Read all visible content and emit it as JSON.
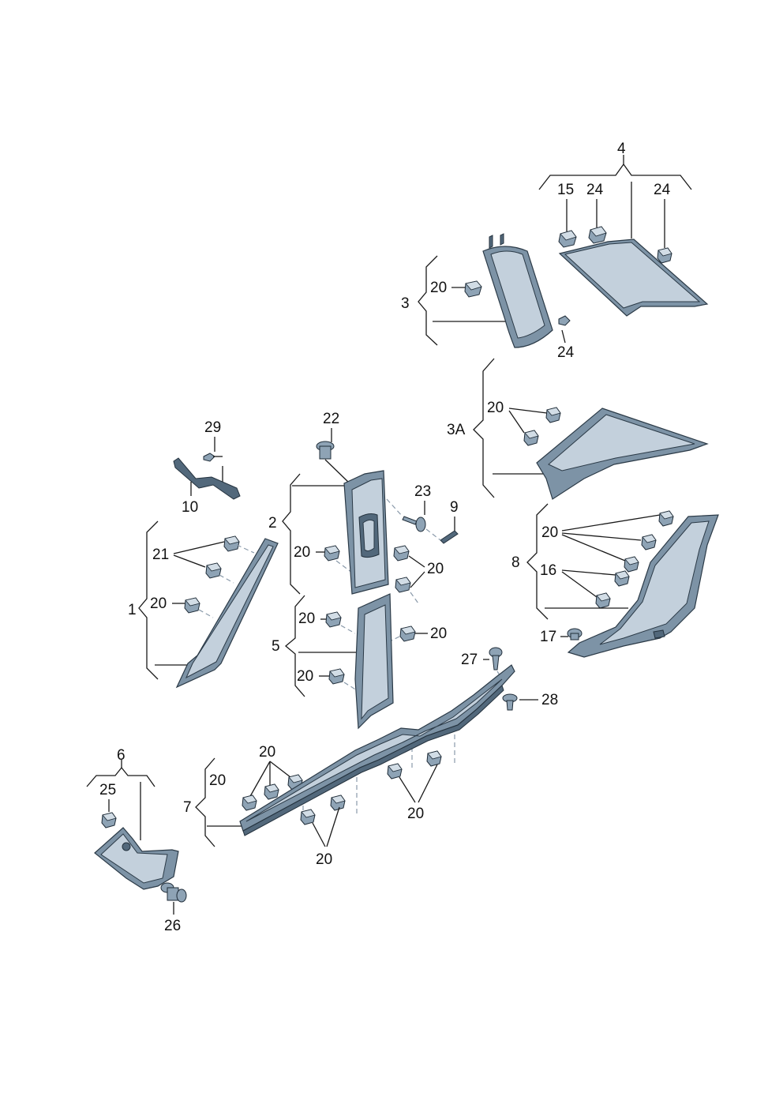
{
  "labels": {
    "n4": "4",
    "n15": "15",
    "n24a": "24",
    "n24b": "24",
    "n3": "3",
    "n20_p3": "20",
    "n24_p3": "24",
    "n3A": "3A",
    "n20_p3A": "20",
    "n22": "22",
    "n29": "29",
    "n10": "10",
    "n23": "23",
    "n9": "9",
    "n2": "2",
    "n20_p2a": "20",
    "n20_p2b": "20",
    "n21": "21",
    "n1": "1",
    "n20_p1": "20",
    "n5": "5",
    "n20_p5a": "20",
    "n20_p5b": "20",
    "n20_p5c": "20",
    "n8": "8",
    "n20_p8": "20",
    "n16": "16",
    "n17": "17",
    "n27": "27",
    "n28": "28",
    "n6": "6",
    "n25": "25",
    "n26": "26",
    "n7": "7",
    "n20_p7a": "20",
    "n20_p7b": "20",
    "n20_p7c": "20",
    "n20_p7d": "20"
  },
  "colors": {
    "part_fill": "#7d93a6",
    "part_light": "#c3d0dc",
    "part_dark": "#52687b",
    "outline": "#2b3a47",
    "dashed_leader": "#8a9aaa"
  }
}
